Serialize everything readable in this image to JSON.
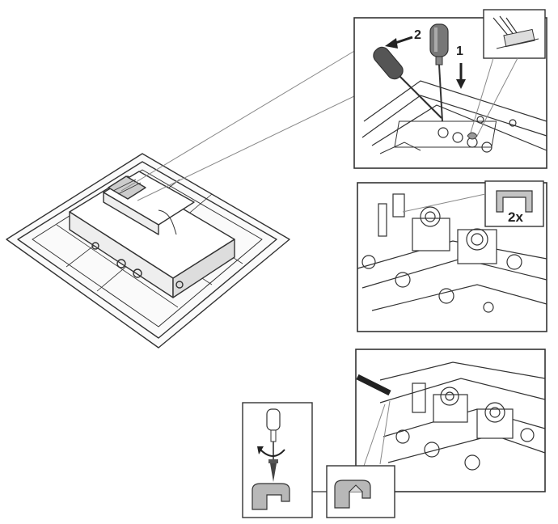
{
  "step_labels": {
    "step_1": "1",
    "step_2": "2"
  },
  "callouts": {
    "quantity": "2x"
  },
  "icons": {
    "overview": "hob-underside-icon",
    "tool": "screwdriver-icon",
    "rotate": "rotate-arrow-icon",
    "screw": "screw-icon",
    "clip": "clip-icon"
  },
  "colors": {
    "ink": "#333333",
    "tool_dark": "#555555",
    "clip_fill": "#b8b8b8"
  }
}
